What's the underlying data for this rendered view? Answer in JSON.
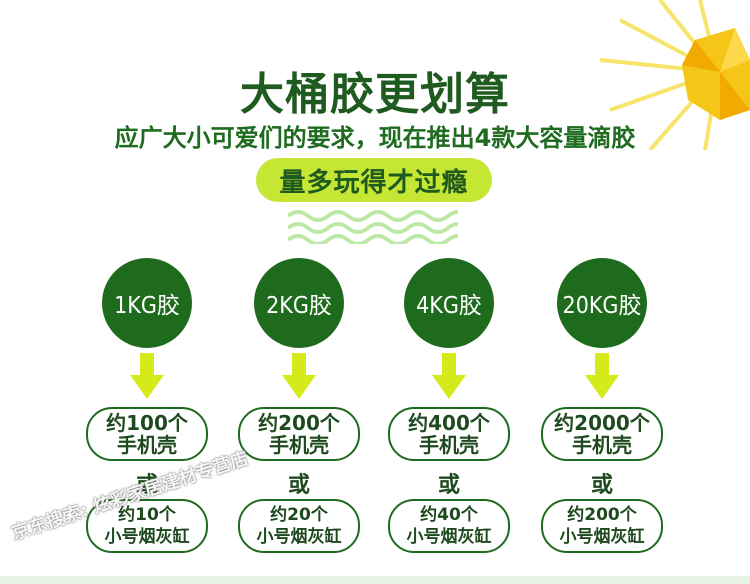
{
  "title": "大桶胶更划算",
  "subtitle": "应广大小可爱们的要求，现在推出4款大容量滴胶",
  "badge": "量多玩得才过瘾",
  "or_text": "或",
  "colors": {
    "dark_green": "#1e6b1e",
    "lime": "#c6e634",
    "arrow_yellow": "#d4ea1a",
    "sun": "#f5c518"
  },
  "products": [
    {
      "size": "1KG胶",
      "line1": "约100个",
      "line2": "手机壳",
      "alt1": "约10个",
      "alt2": "小号烟灰缸"
    },
    {
      "size": "2KG胶",
      "line1": "约200个",
      "line2": "手机壳",
      "alt1": "约20个",
      "alt2": "小号烟灰缸"
    },
    {
      "size": "4KG胶",
      "line1": "约400个",
      "line2": "手机壳",
      "alt1": "约40个",
      "alt2": "小号烟灰缸"
    },
    {
      "size": "20KG胶",
      "line1": "约2000个",
      "line2": "手机壳",
      "alt1": "约200个",
      "alt2": "小号烟灰缸"
    }
  ],
  "watermark": "京东搜索: 炫彩家居建材专营店"
}
